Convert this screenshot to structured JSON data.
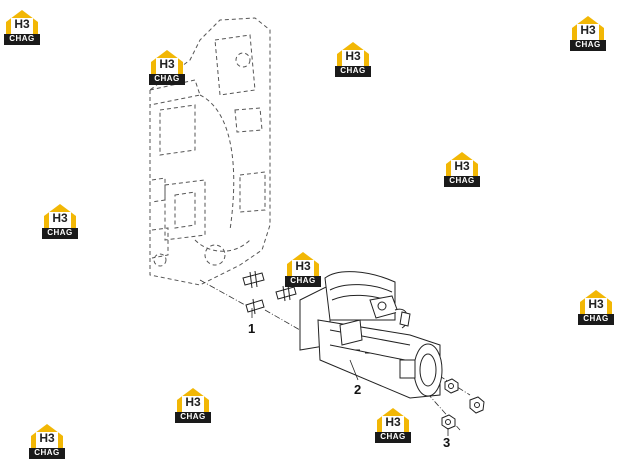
{
  "diagram": {
    "callouts": [
      {
        "id": "1",
        "label": "1"
      },
      {
        "id": "2",
        "label": "2"
      },
      {
        "id": "3",
        "label": "3"
      }
    ],
    "watermark": {
      "letters": "H3",
      "text": "CHAG",
      "colors": {
        "roof": "#f2b705",
        "base": "#1a1a1a",
        "letters_bg": "#ffffff"
      },
      "count": 11
    },
    "colors": {
      "line": "#333333",
      "dash": "#555555",
      "background": "#ffffff"
    }
  }
}
